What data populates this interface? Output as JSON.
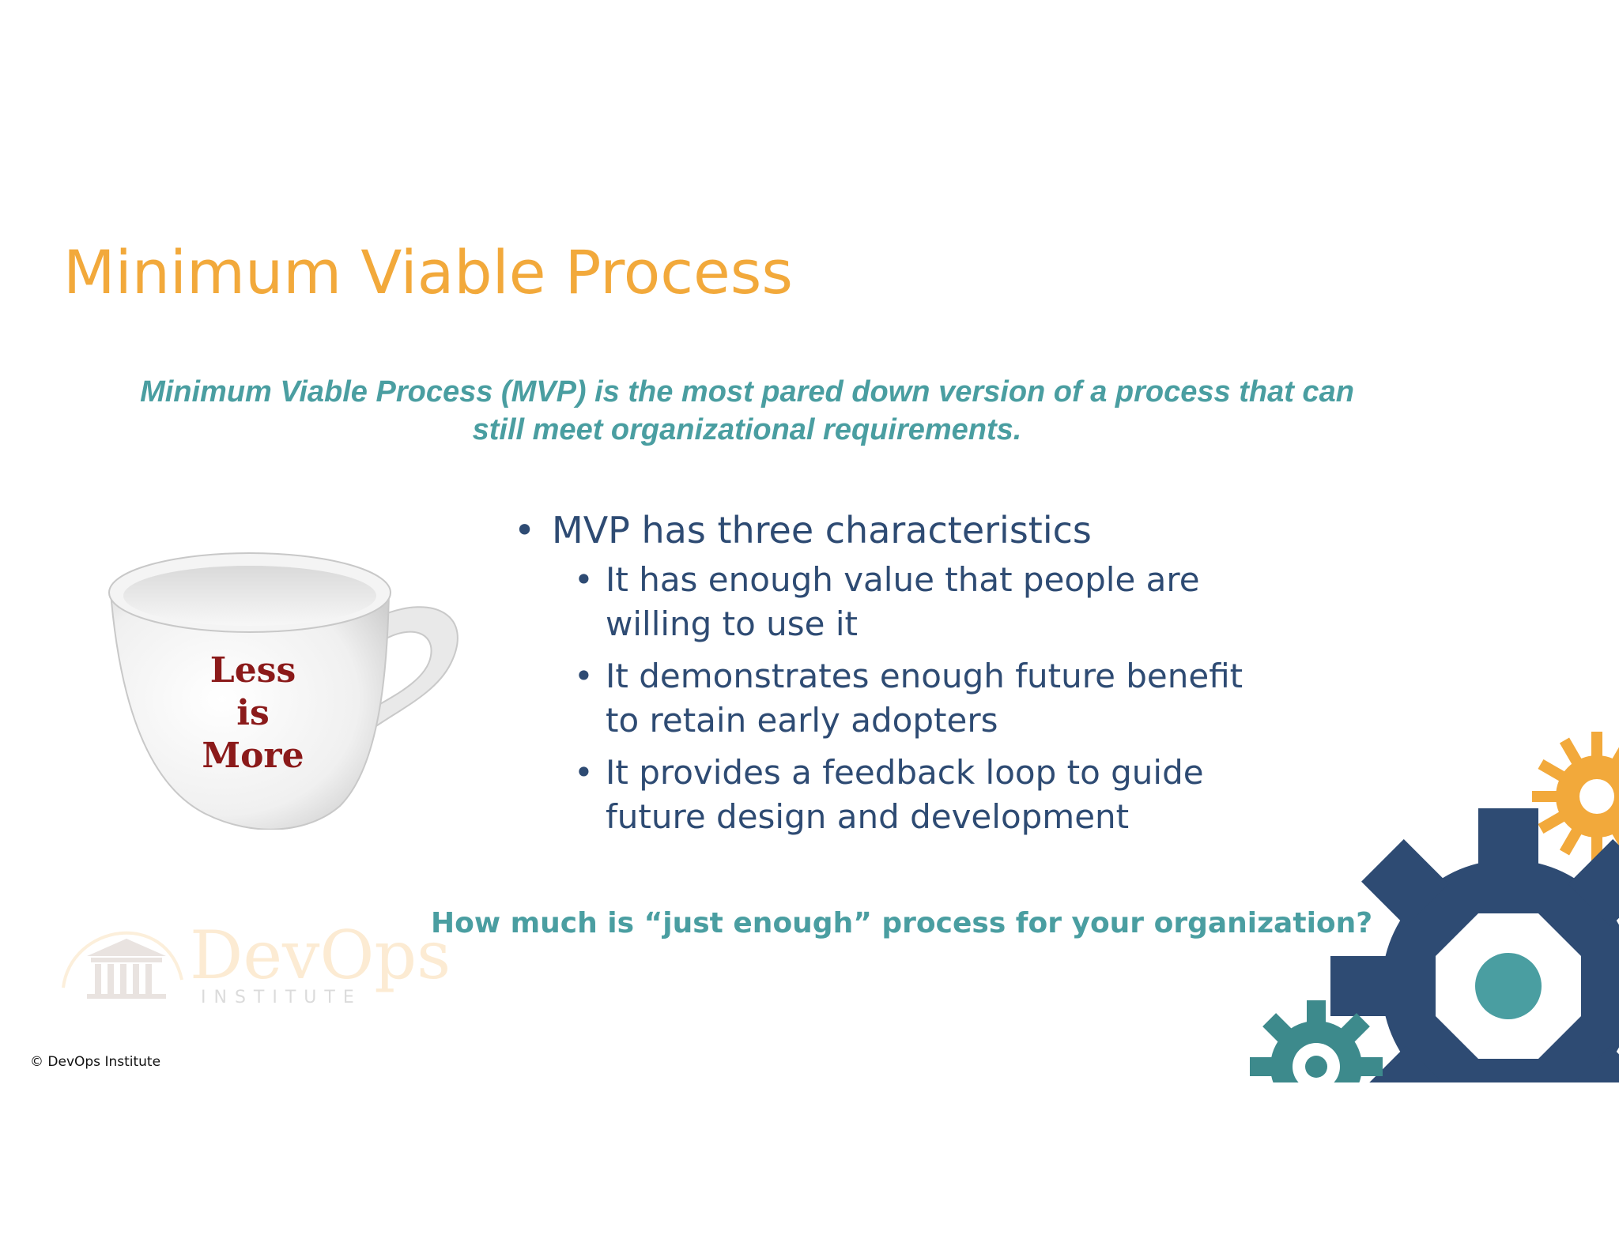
{
  "slide": {
    "title": "Minimum Viable Process",
    "definition_line1": "Minimum Viable Process (MVP) is the most pared down version of a process that can",
    "definition_line2": "still meet organizational requirements.",
    "bullets": {
      "main": "MVP has three characteristics",
      "items": [
        "It has enough value that people are willing to use it",
        "It demonstrates enough future benefit to retain early adopters",
        "It provides a feedback loop to guide future design and development"
      ]
    },
    "question": "How much is “just enough” process for your organization?",
    "copyright": "© DevOps Institute"
  },
  "cup": {
    "line1": "Less",
    "line2": "is",
    "line3": "More"
  },
  "watermark": {
    "name": "DevOps",
    "sub": "INSTITUTE"
  },
  "icons": {
    "cup": "coffee-cup-icon",
    "gears": "gears-icon",
    "logo": "devops-institute-logo"
  },
  "colors": {
    "title": "#f2a93b",
    "teal": "#4a9ea1",
    "navy": "#2e4b73",
    "cup_text": "#8b1a1a"
  }
}
